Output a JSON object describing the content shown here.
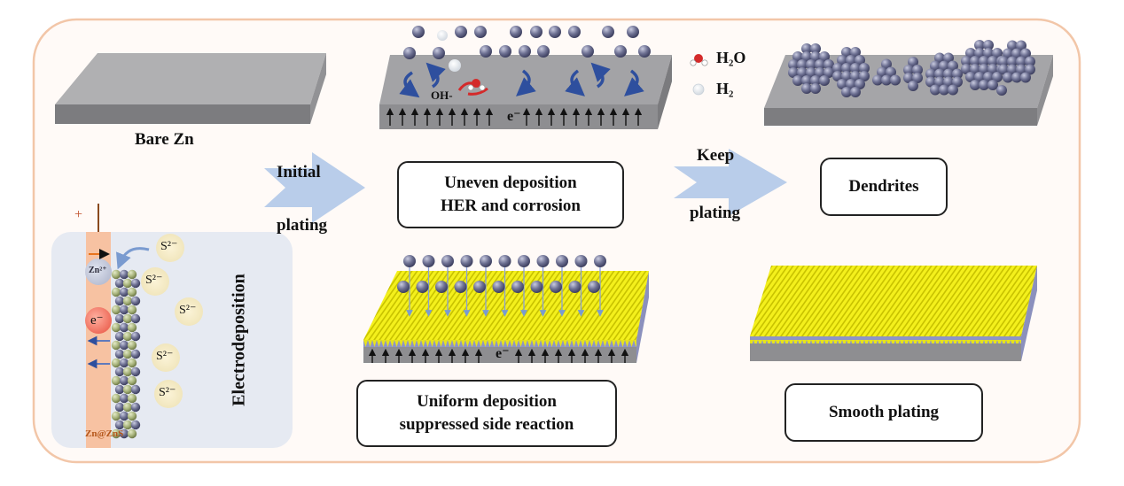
{
  "labels": {
    "bare_zn": "Bare Zn",
    "arrow1_top": "Initial",
    "arrow1_bottom": "plating",
    "arrow2_top": "Keep",
    "arrow2_bottom": "plating",
    "box_uneven_1": "Uneven deposition",
    "box_uneven_2": "HER and corrosion",
    "box_dendrites": "Dendrites",
    "box_uniform_1": "Uniform deposition",
    "box_uniform_2": "suppressed side reaction",
    "box_smooth": "Smooth plating",
    "electrodeposition": "Electrodeposition"
  },
  "legend": {
    "h2o": "H₂O",
    "h2": "H₂"
  },
  "annotations": {
    "oh": "OH-",
    "electron": "e⁻",
    "plus": "+",
    "zn2": "Zn²⁺",
    "zn_zns": "Zn@ZnS",
    "s2": "S²⁻"
  },
  "colors": {
    "frame_border": "#f2c6a8",
    "frame_fill": "#fffaf7",
    "slab_top": "#a9a9ab",
    "slab_side": "#7d7d80",
    "sphere": "#6e7193",
    "arrow": "#b9cdea",
    "coating": "#f2ef1f",
    "electrode": "#f7c2a2",
    "panel": "#e6eaf2"
  }
}
